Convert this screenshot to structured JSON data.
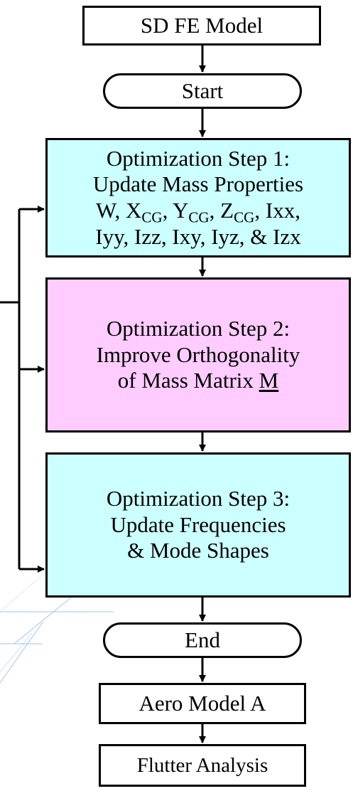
{
  "nodes": {
    "sd_fe_model": "SD FE Model",
    "start": "Start",
    "step1": {
      "line1": "Optimization Step 1:",
      "line2": "Update Mass Properties",
      "line3": {
        "w": "W, ",
        "x": "X",
        "x_sub": "CG",
        "y_prefix": ", Y",
        "y_sub": "CG",
        "z_prefix": ", Z",
        "z_sub": "CG",
        "tail": ", Ixx,"
      },
      "line4": "Iyy, Izz, Ixy, Iyz, & Izx"
    },
    "step2": {
      "line1": "Optimization Step 2:",
      "line2": "Improve Orthogonality",
      "line3_prefix": "of Mass Matrix ",
      "line3_symbol": "M"
    },
    "step3": {
      "line1": "Optimization Step 3:",
      "line2": "Update Frequencies",
      "line3": "& Mode Shapes"
    },
    "end": "End",
    "aero_model": "Aero Model A",
    "flutter": "Flutter Analysis"
  },
  "colors": {
    "step1_fill": "#ccffff",
    "step2_fill": "#ffccff",
    "step3_fill": "#ccffff",
    "stroke": "#000000",
    "background_lines": "#6ea0f0"
  }
}
